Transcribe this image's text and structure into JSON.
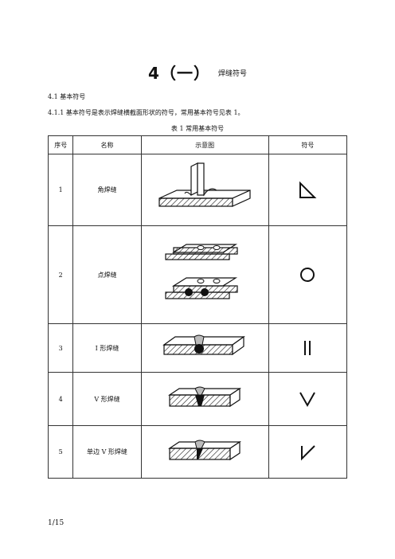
{
  "title": {
    "main": "4（一）",
    "sub": "焊缝符号"
  },
  "section": "4.1  基本符号",
  "paragraph": "4.1.1 基本符号是表示焊缝横截面形状的符号，常用基本符号见表 1。",
  "table": {
    "caption": "表 1   常用基本符号",
    "headers": [
      "序号",
      "名称",
      "示意图",
      "符号"
    ],
    "rows": [
      {
        "no": "1",
        "name": "角焊缝"
      },
      {
        "no": "2",
        "name": "点焊缝"
      },
      {
        "no": "3",
        "name": "I 形焊缝"
      },
      {
        "no": "4",
        "name": "V 形焊缝"
      },
      {
        "no": "5",
        "name": "单边 V 形焊缝"
      }
    ]
  },
  "page": "1/15"
}
